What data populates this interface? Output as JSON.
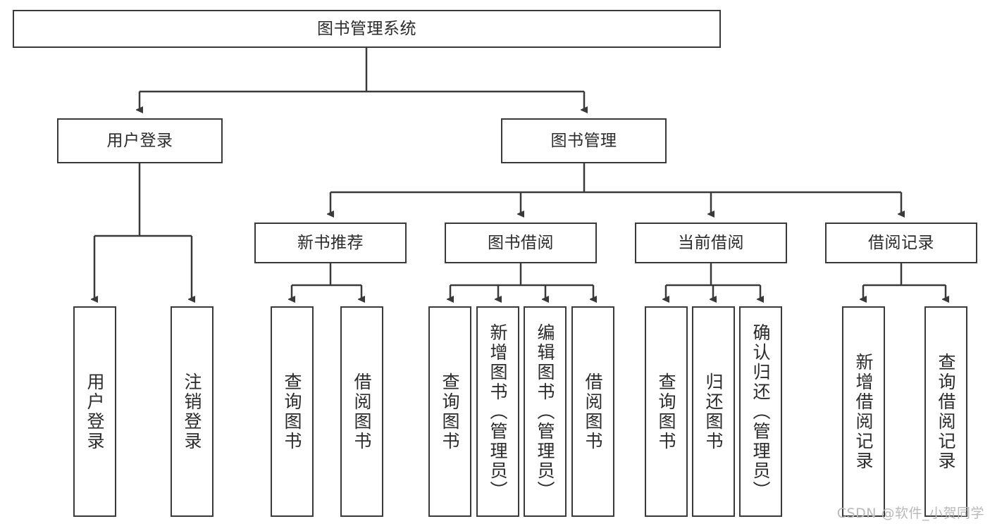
{
  "diagram": {
    "type": "tree-hierarchy",
    "title": "图书管理系统",
    "root": {
      "label": "图书管理系统"
    },
    "level2": [
      {
        "id": "user-login",
        "label": "用户登录"
      },
      {
        "id": "book-management",
        "label": "图书管理"
      }
    ],
    "level3": [
      {
        "id": "new-book-recommend",
        "label": "新书推荐"
      },
      {
        "id": "book-borrow",
        "label": "图书借阅"
      },
      {
        "id": "current-borrow",
        "label": "当前借阅"
      },
      {
        "id": "borrow-record",
        "label": "借阅记录"
      }
    ],
    "leaves": {
      "user_login": [
        {
          "id": "leaf-user-login",
          "label": "用户登录"
        },
        {
          "id": "leaf-logout-login",
          "label": "注销登录"
        }
      ],
      "new_book_recommend": [
        {
          "id": "leaf-query-book-1",
          "label": "查询图书"
        },
        {
          "id": "leaf-borrow-book-1",
          "label": "借阅图书"
        }
      ],
      "book_borrow": [
        {
          "id": "leaf-query-book-2",
          "label": "查询图书"
        },
        {
          "id": "leaf-add-book",
          "label": "新增图书（管理员）"
        },
        {
          "id": "leaf-edit-book",
          "label": "编辑图书（管理员）"
        },
        {
          "id": "leaf-borrow-book-2",
          "label": "借阅图书"
        }
      ],
      "current_borrow": [
        {
          "id": "leaf-query-book-3",
          "label": "查询图书"
        },
        {
          "id": "leaf-return-book",
          "label": "归还图书"
        },
        {
          "id": "leaf-confirm-return",
          "label": "确认归还（管理员）"
        }
      ],
      "borrow_record": [
        {
          "id": "leaf-add-record",
          "label": "新增借阅记录"
        },
        {
          "id": "leaf-query-record",
          "label": "查询借阅记录"
        }
      ]
    },
    "watermark": "CSDN @软件_小贺同学",
    "colors": {
      "stroke": "#3a3a3a",
      "fill": "#ffffff",
      "text": "#2b2b2b",
      "watermark": "#b9b9b9"
    }
  }
}
